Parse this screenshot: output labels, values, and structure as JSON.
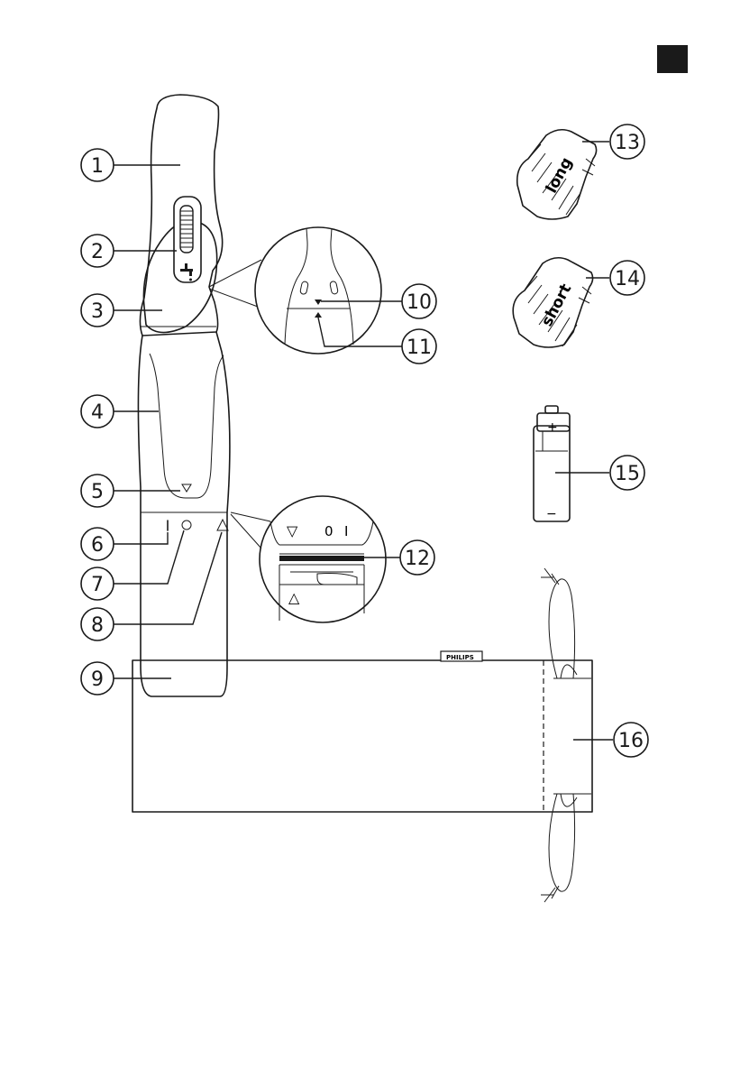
{
  "page": {
    "corner_tab_color": "#1a1a1a"
  },
  "callouts": [
    {
      "id": "1",
      "label": "1"
    },
    {
      "id": "2",
      "label": "2"
    },
    {
      "id": "3",
      "label": "3"
    },
    {
      "id": "4",
      "label": "4"
    },
    {
      "id": "5",
      "label": "5"
    },
    {
      "id": "6",
      "label": "6"
    },
    {
      "id": "7",
      "label": "7"
    },
    {
      "id": "8",
      "label": "8"
    },
    {
      "id": "9",
      "label": "9"
    },
    {
      "id": "10",
      "label": "10"
    },
    {
      "id": "11",
      "label": "11"
    },
    {
      "id": "12",
      "label": "12"
    },
    {
      "id": "13",
      "label": "13"
    },
    {
      "id": "14",
      "label": "14"
    },
    {
      "id": "15",
      "label": "15"
    },
    {
      "id": "16",
      "label": "16"
    }
  ],
  "comb_long": {
    "text": "long"
  },
  "comb_short": {
    "text": "short"
  },
  "battery": {
    "plus": "+",
    "minus": "−"
  },
  "pouch": {
    "brand": "PHILIPS"
  },
  "handle_marks": {
    "on": "I",
    "off": "O",
    "unlock": "△",
    "lock": "▽"
  },
  "detail_12": {
    "lock": "▽",
    "off": "0",
    "on": "I",
    "unlock": "△"
  },
  "icons": [
    "trimmer-head-icon",
    "water-tap-icon",
    "battery-icon",
    "comb-icon",
    "pouch-icon"
  ]
}
